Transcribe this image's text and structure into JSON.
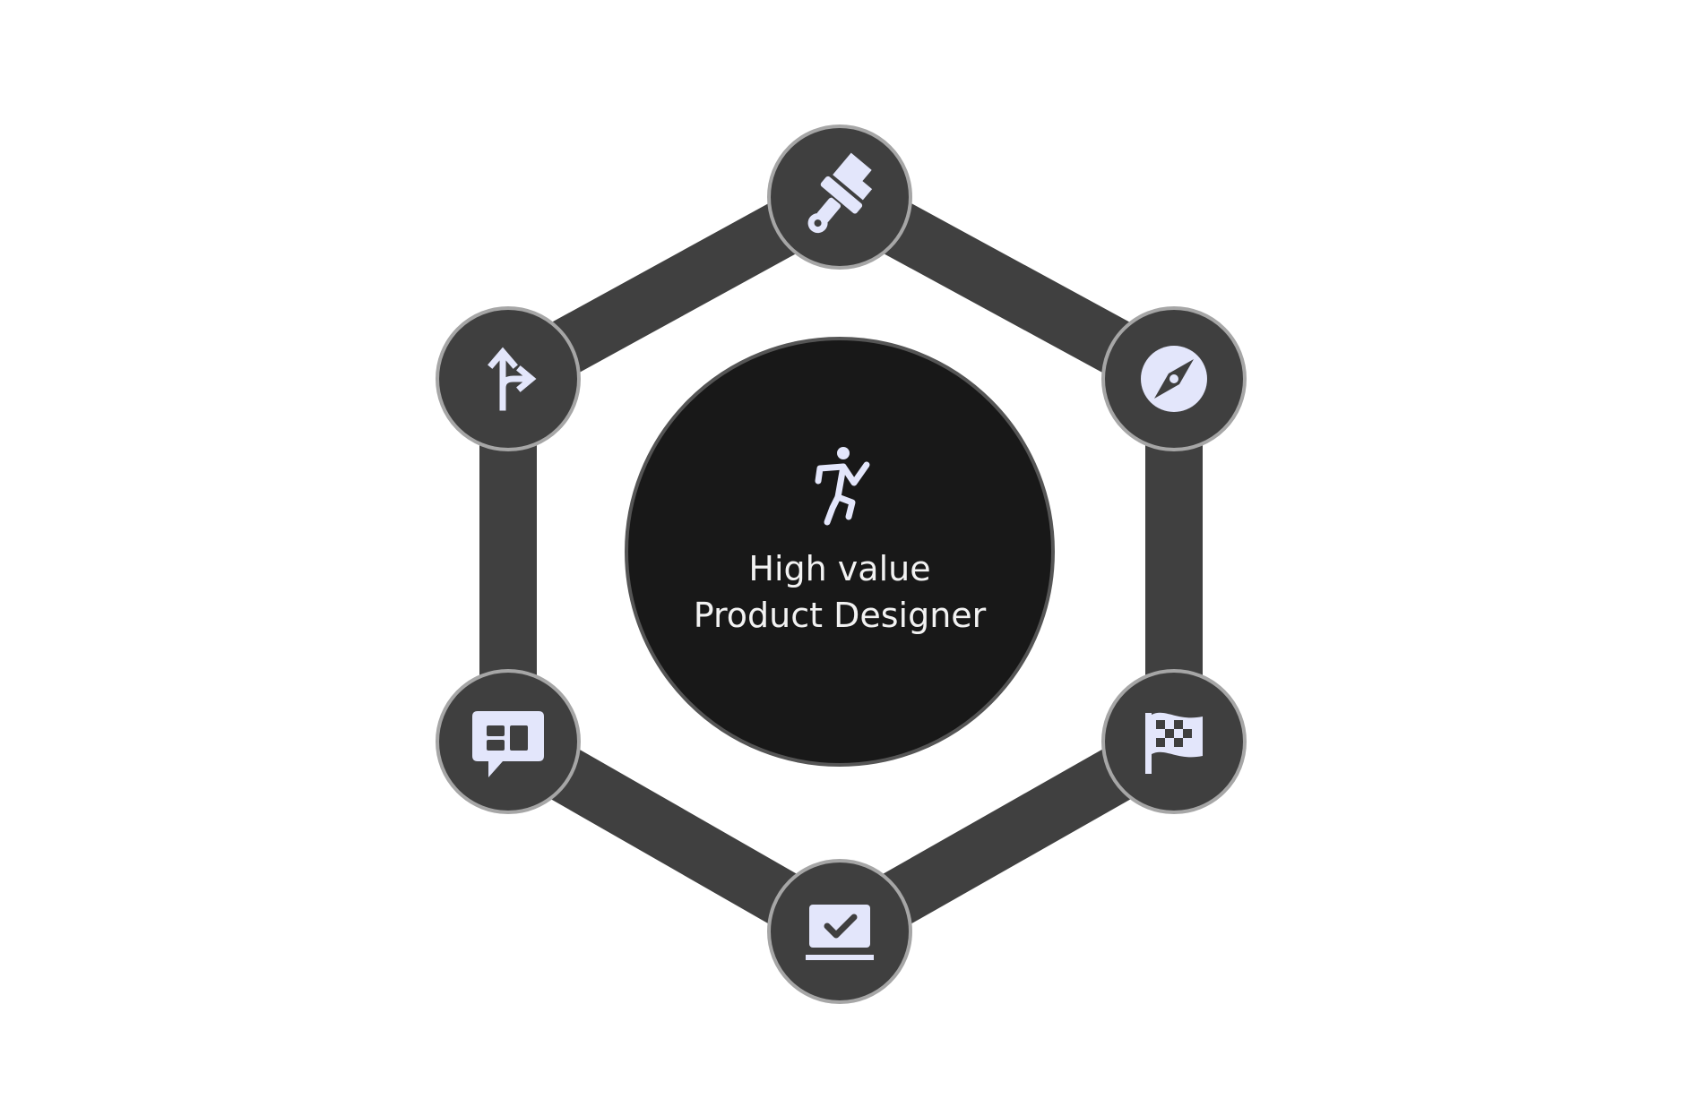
{
  "center": {
    "icon": "running-person-icon",
    "title_line1": "High value",
    "title_line2": "Product Designer"
  },
  "nodes": [
    {
      "id": "top",
      "icon": "paintbrush-icon"
    },
    {
      "id": "upper-right",
      "icon": "compass-icon"
    },
    {
      "id": "lower-right",
      "icon": "checkered-flag-icon"
    },
    {
      "id": "bottom",
      "icon": "laptop-check-icon"
    },
    {
      "id": "lower-left",
      "icon": "dashboard-chat-icon"
    },
    {
      "id": "upper-left",
      "icon": "fork-arrow-icon"
    }
  ],
  "colors": {
    "ring": "#404040",
    "node_fill": "#3f3f3f",
    "node_stroke": "#a6a6a6",
    "center_fill": "#181818",
    "center_stroke": "#555555",
    "icon": "#e3e6fb",
    "text": "#f2f2f2"
  }
}
